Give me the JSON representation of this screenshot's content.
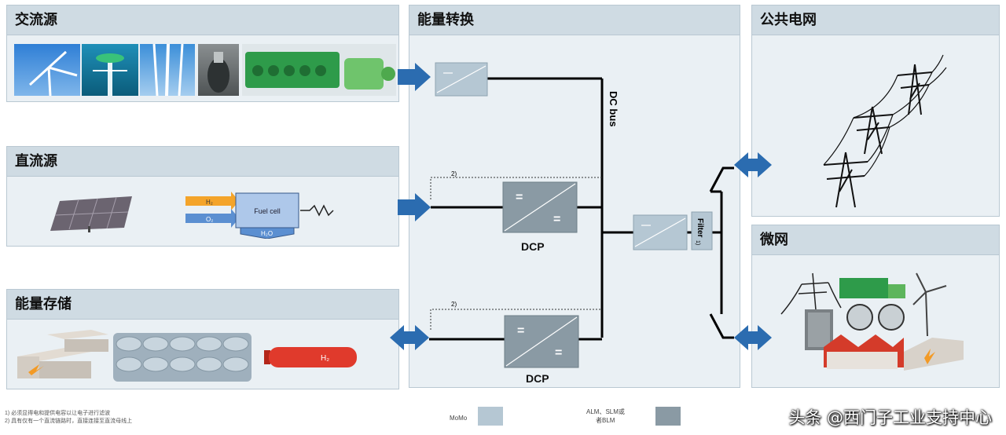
{
  "sections": {
    "ac_source": "交流源",
    "dc_source": "直流源",
    "energy_storage": "能量存储",
    "energy_conversion": "能量转换",
    "public_grid": "公共电网",
    "microgrid": "微网"
  },
  "labels": {
    "dc_bus": "DC bus",
    "dcp_1": "DCP",
    "dcp_2": "DCP",
    "filter": "Filter",
    "filter_sup": "1)",
    "note_1": "2)",
    "note_2": "2)",
    "fuel_cell": "Fuel cell",
    "h2_in": "H₂",
    "o2_in": "O₂",
    "h2o_out": "H₂O",
    "h2_tank": "H₂",
    "conv_sign_eq": "="
  },
  "footnotes": {
    "line1": "1) 必须显得电和提供电容以让电子进行滤波",
    "line2": "2) 具有仅有一个直流链路时，直接连接至直流母线上"
  },
  "legend": {
    "momo": "MoMo",
    "alm": "ALM、SLM或",
    "alm2": "者BLM"
  },
  "watermark": "头条 @西门子工业支持中心",
  "colors": {
    "panel_bg": "#eaf0f4",
    "panel_head": "#cfdbe3",
    "arrow_blue": "#2b6cb0",
    "converter_light": "#b5c7d3",
    "converter_dark": "#8a9aa4",
    "h2_tank": "#e03a2c",
    "fuel_orange": "#f4a42a",
    "fuel_blue": "#5b8fd1"
  }
}
